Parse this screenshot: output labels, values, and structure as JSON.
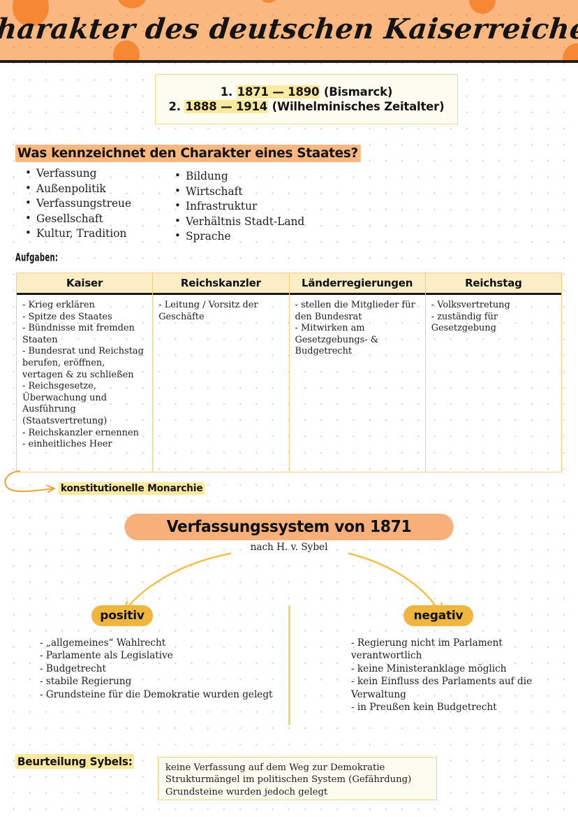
{
  "header": {
    "title": "Charakter des deutschen Kaiserreiches",
    "bg_color": "#fab77f",
    "blob_color": "#f58735"
  },
  "datebox": {
    "lines": [
      {
        "num": "1.",
        "range": "1871 — 1890",
        "note": "(Bismarck)"
      },
      {
        "num": "2.",
        "range": "1888 — 1914",
        "note": "(Wilhelminisches Zeitalter)"
      }
    ],
    "highlight_color": "#fbe9a0",
    "bg_color": "#fdfcf0"
  },
  "question_section": {
    "heading": "Was kennzeichnet den Charakter eines Staates?",
    "heading_highlight": "#fab77f",
    "left_bullets": [
      "Verfassung",
      "Außenpolitik",
      "Verfassungstreue",
      "Gesellschaft",
      "Kultur, Tradition"
    ],
    "right_bullets": [
      "Bildung",
      "Wirtschaft",
      "Infrastruktur",
      "Verhältnis Stadt-Land",
      "Sprache"
    ]
  },
  "tasks": {
    "label": "Aufgaben:",
    "columns": [
      {
        "header": "Kaiser",
        "items": [
          "- Krieg erklären",
          "- Spitze des Staates",
          "- Bündnisse mit fremden Staaten",
          "- Bundesrat und Reichstag berufen, eröffnen, vertagen & zu schließen",
          "- Reichsgesetze, Überwachung und Ausführung (Staatsvertretung)",
          "- Reichskanzler ernennen",
          "- einheitliches Heer"
        ]
      },
      {
        "header": "Reichskanzler",
        "items": [
          "- Leitung / Vorsitz der Geschäfte"
        ]
      },
      {
        "header": "Länderregierungen",
        "items": [
          "- stellen die Mitglieder für den Bundesrat",
          "- Mitwirken am Gesetzgebungs- & Budgetrecht"
        ]
      },
      {
        "header": "Reichstag",
        "items": [
          "- Volksvertretung",
          "- zuständig für Gesetzgebung"
        ]
      }
    ],
    "header_bg": "#fbeec6",
    "border_color": "#f0cf84"
  },
  "monarchy_note": {
    "label": "konstitutionelle Monarchie",
    "highlight_color": "#fbe9a0",
    "arrow_color": "#e8a93f"
  },
  "banner": {
    "title": "Verfassungssystem von 1871",
    "subtitle": "nach H. v. Sybel",
    "bg_color": "#f7b07a"
  },
  "comparison": {
    "arrow_color": "#f0c24f",
    "divider_color": "#f3d571",
    "positive": {
      "label": "positiv",
      "badge_color": "#eeb63f",
      "items": [
        "- „allgemeines“ Wahlrecht",
        "- Parlamente als Legislative",
        "- Budgetrecht",
        "- stabile Regierung",
        "- Grundsteine für die Demokratie wurden gelegt"
      ]
    },
    "negative": {
      "label": "negativ",
      "badge_color": "#eeb63f",
      "items": [
        "- Regierung nicht im Parlament verantwortlich",
        "- keine Ministeranklage möglich",
        "- kein Einfluss des Parlaments auf die Verwaltung",
        "- in Preußen kein Budgetrecht"
      ]
    }
  },
  "assessment": {
    "label": "Beurteilung Sybels:",
    "label_highlight": "#fbe9a0",
    "lines": [
      "keine Verfassung auf dem Weg zur Demokratie",
      "Strukturmängel im politischen System (Gefährdung)",
      "Grundsteine wurden jedoch gelegt"
    ],
    "box_bg": "#fdfcf0",
    "box_border": "#f0cf84"
  }
}
